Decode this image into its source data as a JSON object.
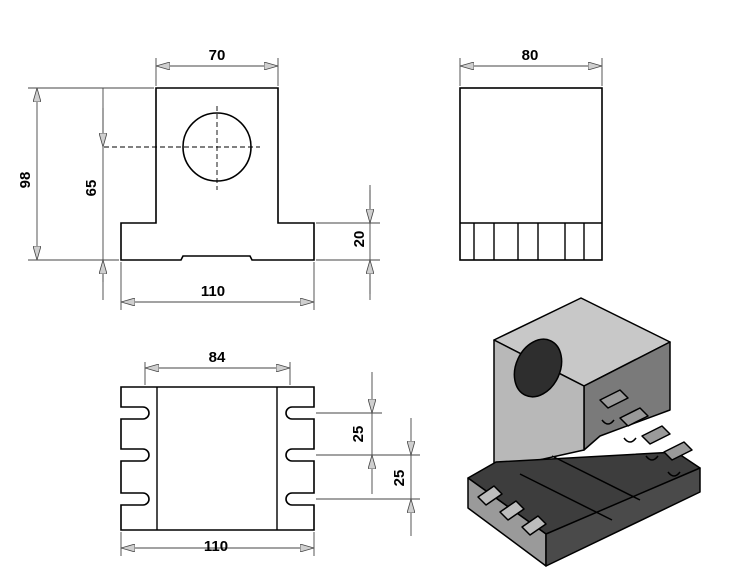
{
  "drawing": {
    "front_view": {
      "top_width": "70",
      "total_height": "98",
      "hole_center_height": "65",
      "base_height": "20",
      "base_width": "110"
    },
    "side_view": {
      "width": "80"
    },
    "top_view": {
      "inner_width": "84",
      "slot_pitch_1": "25",
      "slot_pitch_2": "25",
      "total_width": "110"
    },
    "colors": {
      "line": "#000000",
      "dimension": "#444444",
      "arrow_fill": "#cccccc",
      "iso_light": "#b4b4b4",
      "iso_mid": "#8c8c8c",
      "iso_dark": "#3a3a3a"
    }
  }
}
